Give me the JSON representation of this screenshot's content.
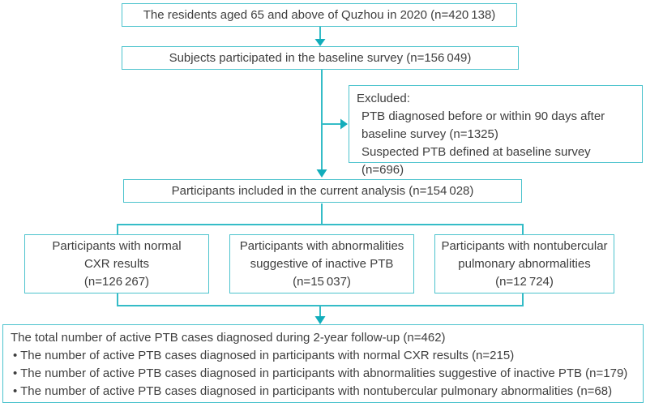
{
  "colors": {
    "box_border": "#4cc3cd",
    "connector": "#35bcc7",
    "arrowhead": "#12adbb",
    "text": "#3e3e3e",
    "background": "#ffffff"
  },
  "flowchart": {
    "residents": {
      "text": "The residents aged 65 and above of Quzhou in 2020 (n=420 138)"
    },
    "baseline": {
      "text": "Subjects participated in the baseline survey (n=156 049)"
    },
    "excluded": {
      "title": "Excluded:",
      "lines": [
        "PTB diagnosed before or within 90 days after",
        "baseline survey (n=1325)",
        "Suspected PTB defined at baseline survey (n=696)"
      ]
    },
    "analysis": {
      "text": "Participants included in the current analysis (n=154 028)"
    },
    "normal_cxr": {
      "lines": "Participants with normal\nCXR results\n(n=126 267)"
    },
    "inactive_ptb": {
      "lines": "Participants with abnormalities\nsuggestive of inactive PTB\n(n=15 037)"
    },
    "nontubercular": {
      "lines": "Participants with nontubercular\npulmonary abnormalities\n(n=12 724)"
    },
    "followup": {
      "lines": [
        "The total number of active PTB cases diagnosed during 2-year follow-up (n=462)",
        "• The number of active PTB cases diagnosed in participants with normal CXR results (n=215)",
        "• The number of active PTB cases diagnosed in participants with abnormalities suggestive of inactive PTB (n=179)",
        "• The number of active PTB cases diagnosed in participants with nontubercular pulmonary abnormalities (n=68)"
      ]
    }
  }
}
